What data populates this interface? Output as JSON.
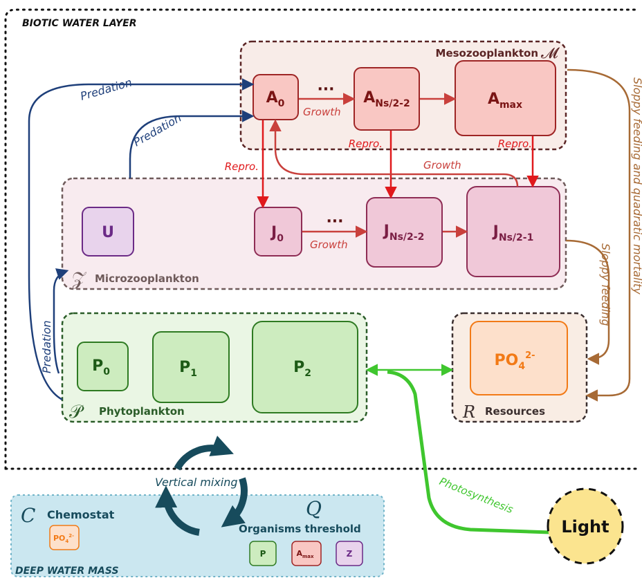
{
  "layers": {
    "biotic_title": "BIOTIC WATER LAYER",
    "deep_title": "DEEP WATER MASS"
  },
  "groups": {
    "meso": {
      "symbol": "𝓜",
      "label": "Mesozooplankton"
    },
    "micro": {
      "symbol": "𝒵",
      "label": "Microzooplankton"
    },
    "phyto": {
      "symbol": "𝒫",
      "label": "Phytoplankton"
    },
    "resources": {
      "symbol": "R",
      "label": "Resources"
    }
  },
  "nodes": {
    "a0": {
      "base": "A",
      "sub": "0"
    },
    "a_mid": {
      "base": "A",
      "sub": "Ns/2-2"
    },
    "a_max": {
      "base": "A",
      "sub": "max"
    },
    "u": {
      "base": "U"
    },
    "j0": {
      "base": "J",
      "sub": "0"
    },
    "j_mid": {
      "base": "J",
      "sub": "Ns/2-2"
    },
    "j_last": {
      "base": "J",
      "sub": "Ns/2-1"
    },
    "p0": {
      "base": "P",
      "sub": "0"
    },
    "p1": {
      "base": "P",
      "sub": "1"
    },
    "p2": {
      "base": "P",
      "sub": "2"
    },
    "po4": {
      "base": "PO",
      "sub": "4",
      "sup": "2-"
    },
    "light": "Light"
  },
  "edges": {
    "predation": "Predation",
    "growth": "Growth",
    "repro": "Repro.",
    "ellipsis": "···",
    "sloppy_quad": "Sloppy feeding and quadratic mortality",
    "sloppy": "Sloppy feeding",
    "photosynthesis": "Photosynthesis",
    "vertical_mixing": "Vertical mixing"
  },
  "deep": {
    "chemostat_symbol": "C",
    "chemostat_label": "Chemostat",
    "threshold_symbol": "Q",
    "threshold_label": "Organisms threshold",
    "chip_po4": {
      "base": "PO",
      "sub": "4",
      "sup": "2-"
    },
    "chip_p": "P",
    "chip_amax": {
      "base": "A",
      "sub": "max"
    },
    "chip_z": "Z"
  },
  "colors": {
    "predation": "#1e3f7a",
    "red": "#e0191c",
    "red_dark": "#c9403c",
    "brown": "#a76a35",
    "green": "#3fc62e",
    "teal": "#174b5c",
    "orange": "#f27a16"
  }
}
